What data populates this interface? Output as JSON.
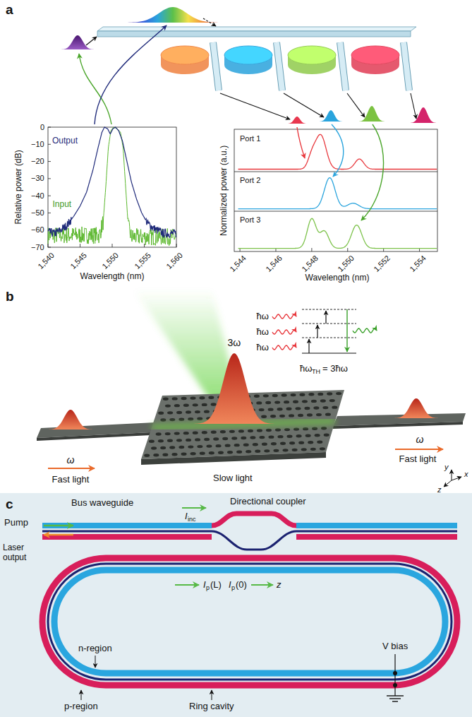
{
  "diagram": {
    "labels": [
      "a",
      "Output",
      "Input",
      "Relative power (dB)",
      "0",
      "−10",
      "−20",
      "−30",
      "−40",
      "−50",
      "−60",
      "−70",
      "1,540",
      "1,545",
      "1,550",
      "1,555",
      "1,560",
      "Wavelength (nm)",
      "Port 1",
      "Port 2",
      "Port 3",
      "Normalized power (a.u.)",
      "1,544",
      "1,546",
      "1,548",
      "1,550",
      "1,552",
      "1,554",
      "Wavelength (nm)",
      "b",
      "3ω",
      "ħω",
      "ħω",
      "ħω",
      "ħω",
      "TH",
      "= 3ħω",
      "ω",
      "Fast light",
      "Slow light",
      "ω",
      "Fast light",
      "y",
      "x",
      "z",
      "c",
      "Bus waveguide",
      "Directional coupler",
      "Pump",
      "I",
      "inc",
      "Laser output",
      "I",
      "p",
      "(L)",
      "I",
      "p",
      "(0)",
      "z",
      "n-region",
      "V bias",
      "p-region",
      "Ring cavity"
    ]
  }
}
